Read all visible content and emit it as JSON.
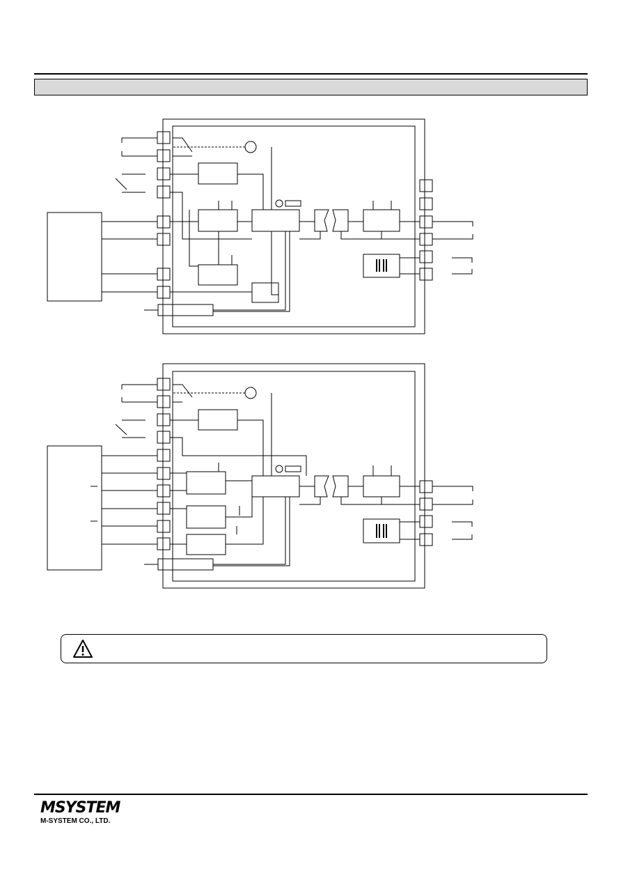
{
  "logo": {
    "mark": "MSYSTEM",
    "company": "M-SYSTEM CO., LTD."
  },
  "icons": {
    "warning": "warning-triangle-icon",
    "logo": "msystem-logo"
  },
  "colors": {
    "section_bar": "#d9d9d9",
    "line": "#000000"
  }
}
